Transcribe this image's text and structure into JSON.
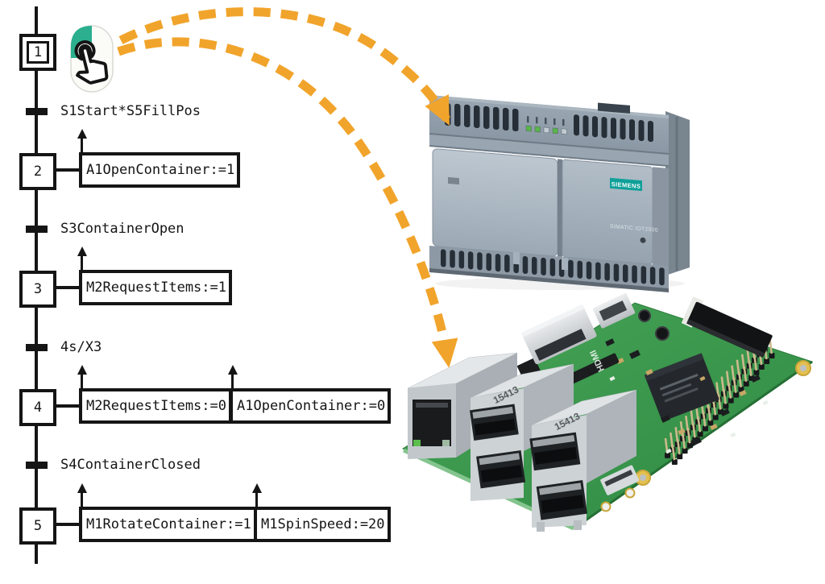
{
  "figure": {
    "description": "Sequential function chart mapped to PLC and single-board-computer hardware"
  },
  "sfc": {
    "steps": [
      {
        "number": "1",
        "initial": true,
        "actions": []
      },
      {
        "number": "2",
        "initial": false,
        "actions": [
          "A1OpenContainer:=1"
        ]
      },
      {
        "number": "3",
        "initial": false,
        "actions": [
          "M2RequestItems:=1"
        ]
      },
      {
        "number": "4",
        "initial": false,
        "actions": [
          "M2RequestItems:=0",
          "A1OpenContainer:=0"
        ]
      },
      {
        "number": "5",
        "initial": false,
        "actions": [
          "M1RotateContainer:=1",
          "M1SpinSpeed:=20"
        ]
      }
    ],
    "transitions": [
      {
        "condition": "S1Start*S5FillPos"
      },
      {
        "condition": "S3ContainerOpen"
      },
      {
        "condition": "4s/X3"
      },
      {
        "condition": "S4ContainerClosed"
      }
    ]
  },
  "devices": {
    "plc": {
      "brand": "SIEMENS",
      "model": "SIMATIC IOT2000"
    },
    "sbc": {
      "usb_port_label": "15413",
      "hdmi_print": "HDMI"
    }
  },
  "colors": {
    "arrow_orange": "#F1A42B",
    "mouse_button_teal": "#2BAF8E",
    "siemens_teal": "#0FA099",
    "pcb_green": "#3E9B50",
    "diagram_ink": "#151515"
  }
}
